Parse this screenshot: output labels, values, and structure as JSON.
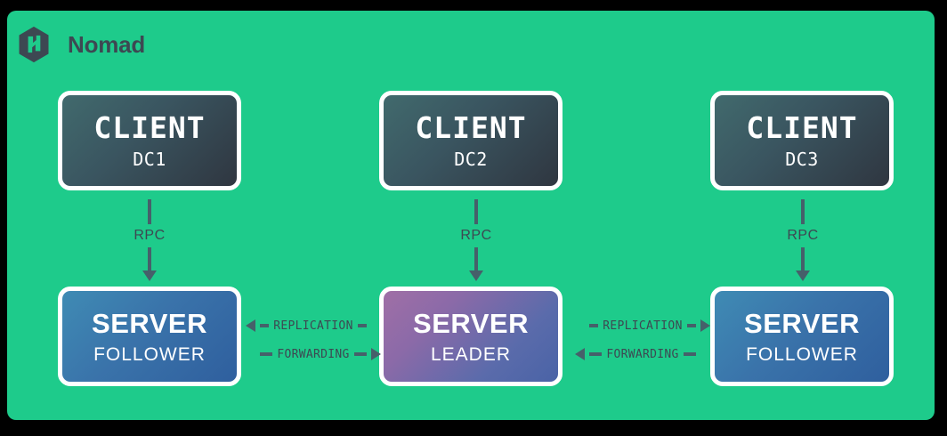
{
  "header": {
    "brand_name": "Nomad",
    "logo_icon": "nomad-hexagon-logo"
  },
  "colors": {
    "background": "#1ecb8b",
    "client_gradient_start": "#416a6d",
    "client_gradient_end": "#2f3640",
    "server_gradient_start": "#3f8bb4",
    "server_gradient_end": "#2f5f9e",
    "leader_gradient_start": "#a06fa6",
    "leader_gradient_end": "#4a63a6",
    "connector": "#46606a",
    "label_text": "#3d4852",
    "node_border": "#ffffff",
    "node_text": "#ffffff"
  },
  "clients": [
    {
      "title": "CLIENT",
      "datacenter": "DC1"
    },
    {
      "title": "CLIENT",
      "datacenter": "DC2"
    },
    {
      "title": "CLIENT",
      "datacenter": "DC3"
    }
  ],
  "servers": [
    {
      "title": "SERVER",
      "role": "FOLLOWER"
    },
    {
      "title": "SERVER",
      "role": "LEADER"
    },
    {
      "title": "SERVER",
      "role": "FOLLOWER"
    }
  ],
  "rpc_links": [
    {
      "label": "RPC",
      "direction": "down"
    },
    {
      "label": "RPC",
      "direction": "down"
    },
    {
      "label": "RPC",
      "direction": "down"
    }
  ],
  "server_links": {
    "left": [
      {
        "label": "REPLICATION",
        "direction": "left"
      },
      {
        "label": "FORWARDING",
        "direction": "right"
      }
    ],
    "right": [
      {
        "label": "REPLICATION",
        "direction": "right"
      },
      {
        "label": "FORWARDING",
        "direction": "left"
      }
    ]
  }
}
